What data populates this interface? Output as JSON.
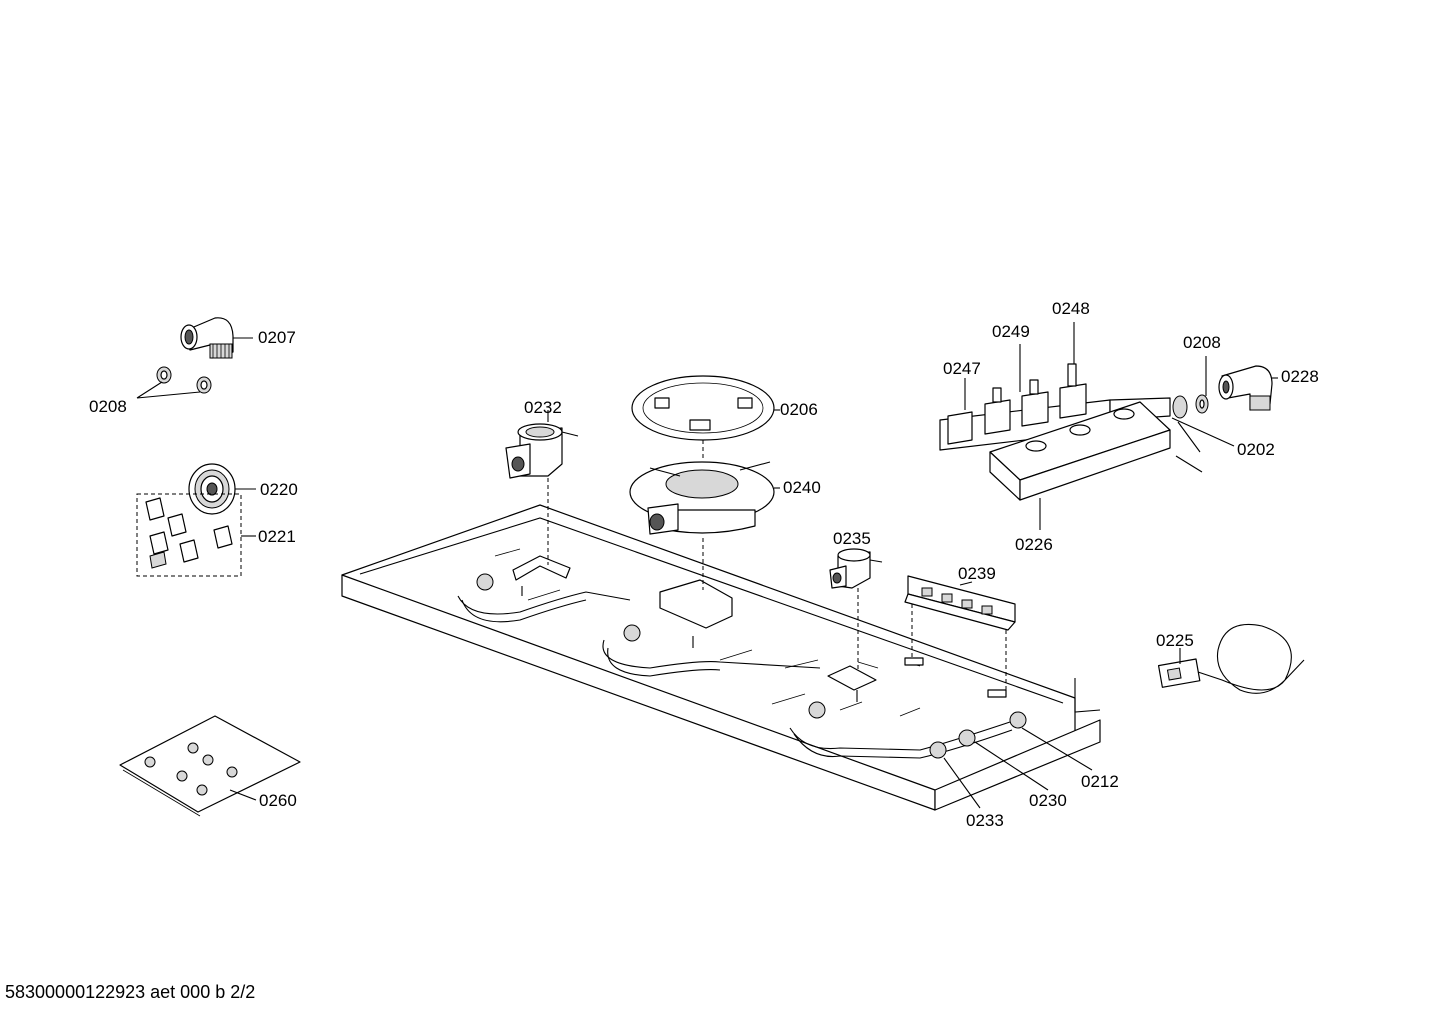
{
  "callouts": [
    {
      "id": "0207",
      "text": "0207"
    },
    {
      "id": "0208a",
      "text": "0208"
    },
    {
      "id": "0220",
      "text": "0220"
    },
    {
      "id": "0221",
      "text": "0221"
    },
    {
      "id": "0260",
      "text": "0260"
    },
    {
      "id": "0232",
      "text": "0232"
    },
    {
      "id": "0206",
      "text": "0206"
    },
    {
      "id": "0240",
      "text": "0240"
    },
    {
      "id": "0235",
      "text": "0235"
    },
    {
      "id": "0239",
      "text": "0239"
    },
    {
      "id": "0247",
      "text": "0247"
    },
    {
      "id": "0249",
      "text": "0249"
    },
    {
      "id": "0248",
      "text": "0248"
    },
    {
      "id": "0208b",
      "text": "0208"
    },
    {
      "id": "0228",
      "text": "0228"
    },
    {
      "id": "0202",
      "text": "0202"
    },
    {
      "id": "0226",
      "text": "0226"
    },
    {
      "id": "0225",
      "text": "0225"
    },
    {
      "id": "0212",
      "text": "0212"
    },
    {
      "id": "0230",
      "text": "0230"
    },
    {
      "id": "0233",
      "text": "0233"
    }
  ],
  "footer": "58300000122923 aet 000 b 2/2"
}
